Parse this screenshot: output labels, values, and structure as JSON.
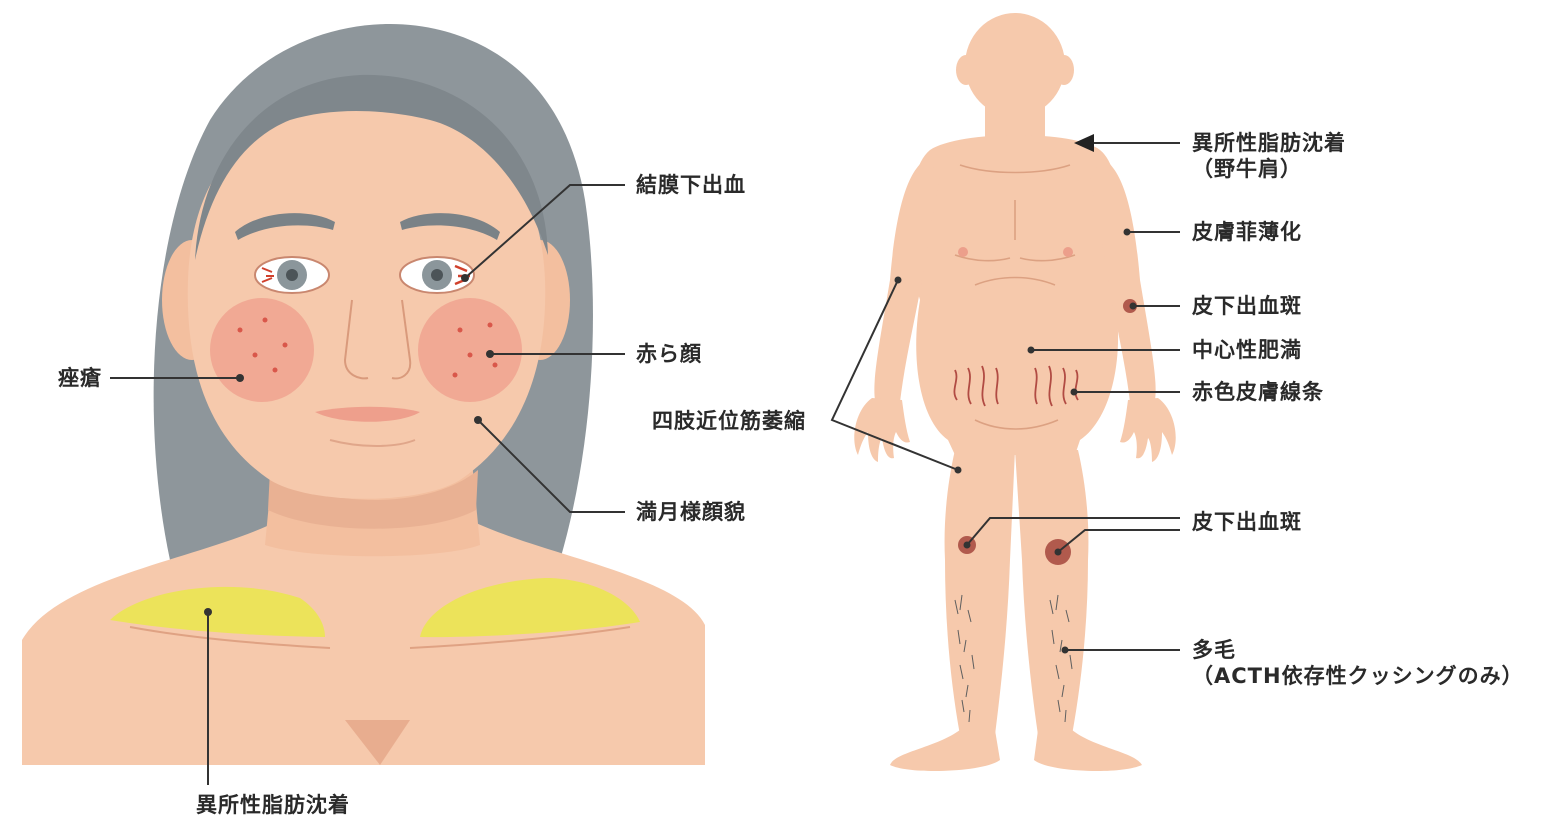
{
  "labels": {
    "face": {
      "subconj": "結膜下出血",
      "acne": "痤瘡",
      "red_face": "赤ら顔",
      "moon_face": "満月様顔貌",
      "fat_deposit": "異所性脂肪沈着"
    },
    "body": {
      "buffalo_hump": "異所性脂肪沈着",
      "buffalo_hump_sub": "（野牛肩）",
      "skin_thinning": "皮膚菲薄化",
      "bruise_arm": "皮下出血斑",
      "central_obesity": "中心性肥満",
      "striae": "赤色皮膚線条",
      "myopathy": "四肢近位筋萎縮",
      "bruise_leg": "皮下出血斑",
      "hirsutism": "多毛",
      "hirsutism_sub": "（ACTH依存性クッシングのみ）"
    }
  },
  "colors": {
    "skin": "#f6c9ac",
    "skin_shadow": "#e8ad8f",
    "hair": "#8e969b",
    "hair_dark": "#7a8287",
    "cheek": "#ef9e8c",
    "fat": "#ece35a",
    "line": "#333333",
    "striae": "#b14b43",
    "bruise": "#a4473c"
  }
}
